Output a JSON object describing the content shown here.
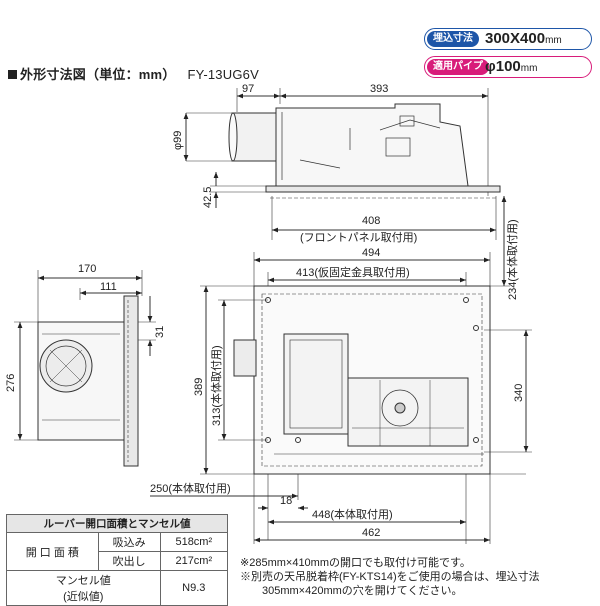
{
  "header": {
    "title": "外形寸法図（単位：mm）",
    "model": "FY-13UG6V",
    "badge1": {
      "tag": "埋込寸法",
      "value": "300X400",
      "unit": "mm",
      "color": "#1e56a8"
    },
    "badge2": {
      "tag": "適用パイプ",
      "value": "φ100",
      "unit": "mm",
      "color": "#d81c7a"
    }
  },
  "side_view": {
    "dim_97": "97",
    "dim_393": "393",
    "dim_99": "φ99",
    "dim_42_5": "42.5",
    "dim_408": "408",
    "dim_408_note": "(フロントパネル取付用)"
  },
  "end_view": {
    "dim_170": "170",
    "dim_111": "111",
    "dim_31": "31",
    "dim_276": "276"
  },
  "plan_view": {
    "dim_494": "494",
    "dim_413": "413(仮固定金具取付用)",
    "dim_234": "234(本体取付用)",
    "dim_389": "389",
    "dim_313": "313(本体取付用)",
    "dim_340": "340",
    "dim_250": "250(本体取付用)",
    "dim_18": "18",
    "dim_448": "448(本体取付用)",
    "dim_462": "462"
  },
  "spec_table": {
    "title": "ルーバー開口面積とマンセル値",
    "opening_label": "開 口 面 積",
    "intake_label": "吸込み",
    "intake_value": "518cm²",
    "outlet_label": "吹出し",
    "outlet_value": "217cm²",
    "munsell_label": "マンセル値",
    "munsell_sub": "(近似値)",
    "munsell_value": "N9.3"
  },
  "notes": [
    "※285mm×410mmの開口でも取付け可能です。",
    "※別売の天吊脱着枠(FY-KTS14)をご使用の場合は、埋込寸法",
    "305mm×420mmの穴を開けてください。"
  ]
}
